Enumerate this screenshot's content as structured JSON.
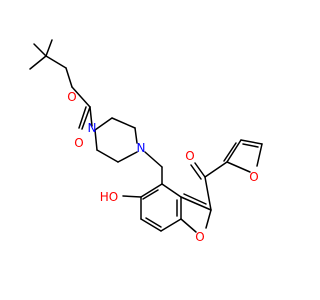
{
  "molecule": {
    "colors": {
      "bond": "#000000",
      "oxygen": "#ff0000",
      "nitrogen": "#0000ff",
      "background": "#ffffff"
    },
    "atoms": {
      "o_ester": "O",
      "o_carbonyl": "O",
      "n_boc": "N",
      "n_benzyl": "N",
      "o_ketone": "O",
      "o_furan": "O",
      "hydroxyl": "HO",
      "o_benzofuran": "O"
    }
  }
}
